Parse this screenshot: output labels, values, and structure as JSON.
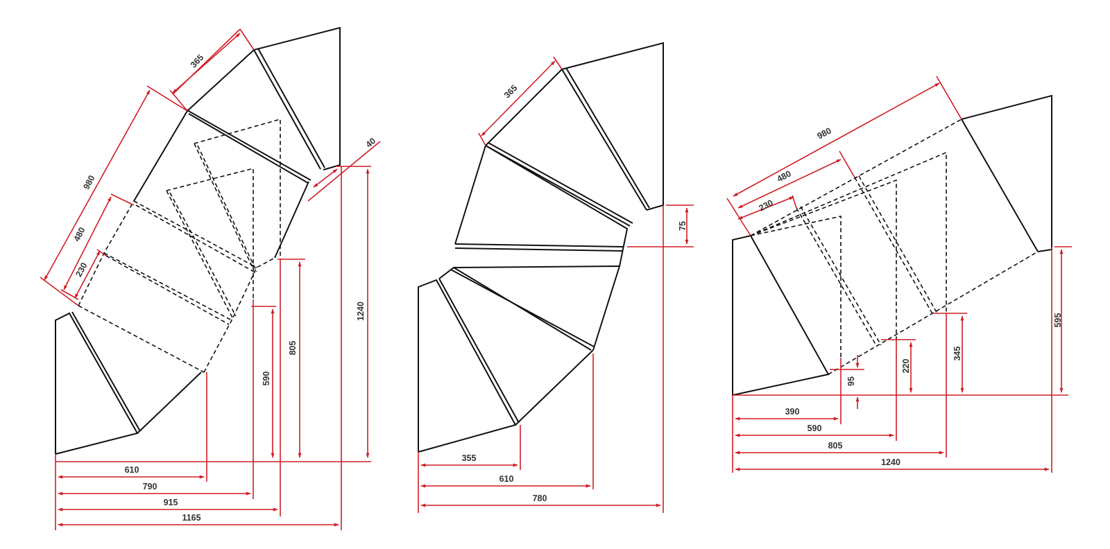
{
  "colors": {
    "outline": "#111111",
    "dimension": "#d01c24",
    "label": "#333333",
    "background": "#ffffff"
  },
  "diagrams": {
    "left": {
      "d365": "365",
      "d40": "40",
      "d980": "980",
      "d480": "480",
      "d230": "230",
      "d1240": "1240",
      "d805": "805",
      "d590": "590",
      "d610": "610",
      "d790": "790",
      "d915": "915",
      "d1165": "1165"
    },
    "middle": {
      "d365": "365",
      "d75": "75",
      "d355": "355",
      "d610": "610",
      "d780": "780"
    },
    "right": {
      "d980": "980",
      "d480": "480",
      "d230": "230",
      "d595": "595",
      "d345": "345",
      "d220": "220",
      "d95": "95",
      "d390": "390",
      "d590": "590",
      "d805": "805",
      "d1240": "1240"
    }
  }
}
